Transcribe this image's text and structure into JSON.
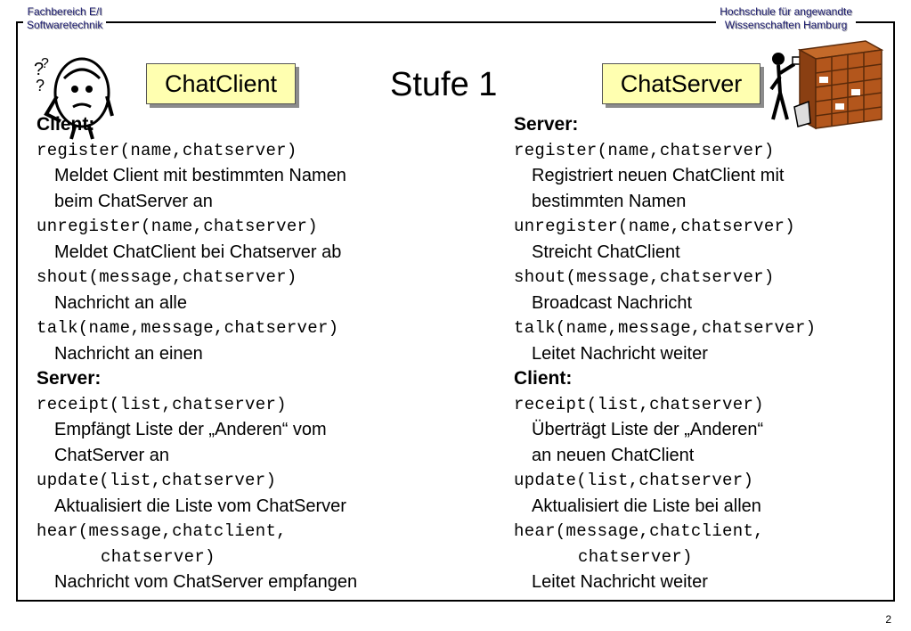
{
  "header": {
    "left_line1": "Fachbereich E/I",
    "left_line2": "Softwaretechnik",
    "right_line1": "Hochschule für angewandte",
    "right_line2": "Wissenschaften Hamburg"
  },
  "slide": {
    "title": "Stufe 1",
    "client_box": "ChatClient",
    "server_box": "ChatServer",
    "page_number": "2"
  },
  "left": {
    "head1": "Client:",
    "c1": "register(name,chatserver)",
    "d1a": "Meldet Client mit bestimmten Namen",
    "d1b": "beim ChatServer an",
    "c2": "unregister(name,chatserver)",
    "d2": "Meldet ChatClient bei Chatserver ab",
    "c3": "shout(message,chatserver)",
    "d3": "Nachricht an alle",
    "c4": "talk(name,message,chatserver)",
    "d4": "Nachricht an einen",
    "head2": "Server:",
    "c5": "receipt(list,chatserver)",
    "d5a": "Empfängt Liste der „Anderen“ vom",
    "d5b": "ChatServer an",
    "c6": "update(list,chatserver)",
    "d6": "Aktualisiert die Liste vom ChatServer",
    "c7a": "hear(message,chatclient,",
    "c7b": "chatserver)",
    "d7": "Nachricht vom ChatServer empfangen"
  },
  "right": {
    "head1": "Server:",
    "c1": "register(name,chatserver)",
    "d1a": "Registriert neuen ChatClient mit",
    "d1b": "bestimmten Namen",
    "c2": "unregister(name,chatserver)",
    "d2": "Streicht ChatClient",
    "c3": "shout(message,chatserver)",
    "d3": "Broadcast Nachricht",
    "c4": "talk(name,message,chatserver)",
    "d4": "Leitet Nachricht weiter",
    "head2": "Client:",
    "c5": "receipt(list,chatserver)",
    "d5a": "Überträgt Liste der „Anderen“",
    "d5b": "an neuen ChatClient",
    "c6": "update(list,chatserver)",
    "d6": "Aktualisiert die Liste bei allen",
    "c7a": "hear(message,chatclient,",
    "c7b": "chatserver)",
    "d7": "Leitet Nachricht weiter"
  },
  "icons": {
    "client_clipart": "person-with-question-marks-icon",
    "server_clipart": "person-at-mail-sorting-shelf-icon"
  }
}
